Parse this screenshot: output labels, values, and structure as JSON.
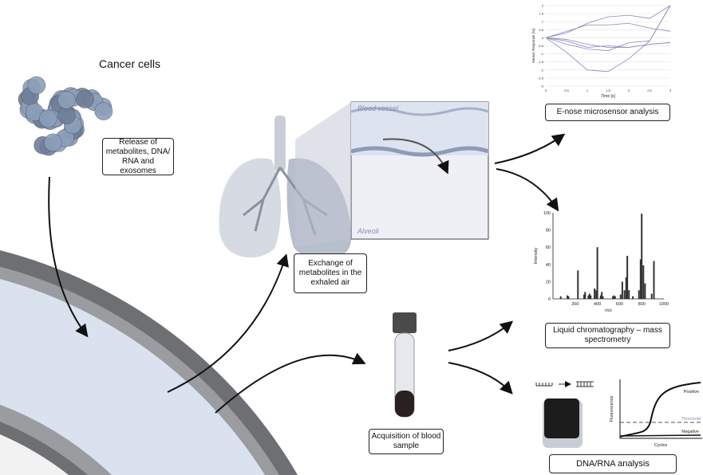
{
  "labels": {
    "cancer_cells": "Cancer cells",
    "release": "Release of metabolites, DNA/ RNA and exosomes",
    "exchange": "Exchange of metabolites in the exhaled air",
    "blood_vessel": "Blood vessel",
    "alveoli": "Alveoli",
    "enose": "E-nose microsensor analysis",
    "lcms": "Liquid chromatography – mass spectrometry",
    "blood": "Acquisition of blood sample",
    "dna": "DNA/RNA analysis"
  },
  "colors": {
    "vessel_wall": "#6d6f72",
    "lumen": "#d9e2ee",
    "cells": "#8d9fb8",
    "lung": "#c8cdd8",
    "chart_line": "#8888bb"
  },
  "chart_data": [
    {
      "type": "line",
      "xlabel": "Time [s]",
      "ylabel": "Sensor Response [%]",
      "xlim": [
        0,
        3
      ],
      "ylim": [
        -3,
        2
      ],
      "xticks": [
        "0",
        "0.5",
        "1",
        "1.5",
        "2",
        "2.5",
        "3"
      ],
      "yticks": [
        "2",
        "1.5",
        "1",
        "0.5",
        "0",
        "-0.5",
        "-1",
        "-1.5",
        "-2",
        "-2.5",
        "-3"
      ],
      "grid": true,
      "x": [
        0,
        0.5,
        1,
        1.5,
        2,
        2.5,
        3
      ],
      "series": [
        {
          "values": [
            0,
            0.4,
            0.8,
            0.8,
            0.9,
            0.6,
            0.4
          ]
        },
        {
          "values": [
            0,
            0.3,
            0.9,
            1.3,
            1.4,
            1.2,
            2.0
          ]
        },
        {
          "values": [
            0,
            -0.9,
            -2.0,
            -2.1,
            -1.3,
            -0.2,
            2.0
          ]
        },
        {
          "values": [
            0,
            -0.4,
            -0.7,
            -0.8,
            -0.3,
            -0.2,
            2.0
          ]
        },
        {
          "values": [
            0,
            -0.2,
            -0.6,
            -0.5,
            -0.6,
            -0.4,
            -0.3
          ]
        },
        {
          "values": [
            0,
            -0.1,
            -0.4,
            -0.6,
            -0.6,
            -0.4,
            -0.3
          ]
        }
      ]
    },
    {
      "type": "bar",
      "xlabel": "m/z",
      "ylabel": "Intensity",
      "xlim": [
        0,
        1000
      ],
      "ylim": [
        0,
        100
      ],
      "xticks": [
        "200",
        "400",
        "600",
        "800",
        "1000"
      ],
      "yticks": [
        "0",
        "20",
        "40",
        "60",
        "80",
        "100"
      ],
      "x": [
        70,
        130,
        140,
        225,
        280,
        290,
        320,
        330,
        340,
        375,
        390,
        400,
        430,
        440,
        450,
        540,
        550,
        560,
        610,
        625,
        645,
        660,
        670,
        685,
        720,
        775,
        790,
        800,
        815,
        830,
        890,
        910
      ],
      "values": [
        3,
        4,
        3,
        33,
        5,
        8,
        4,
        6,
        4,
        12,
        10,
        60,
        4,
        8,
        3,
        3,
        4,
        3,
        5,
        20,
        10,
        25,
        50,
        10,
        3,
        10,
        46,
        99,
        39,
        18,
        6,
        44
      ]
    },
    {
      "type": "line",
      "xlabel": "Cycles",
      "ylabel": "Fluorescence",
      "series": [
        {
          "name": "Positive"
        },
        {
          "name": "Negative"
        }
      ],
      "annotations": [
        "Threshold"
      ]
    }
  ]
}
